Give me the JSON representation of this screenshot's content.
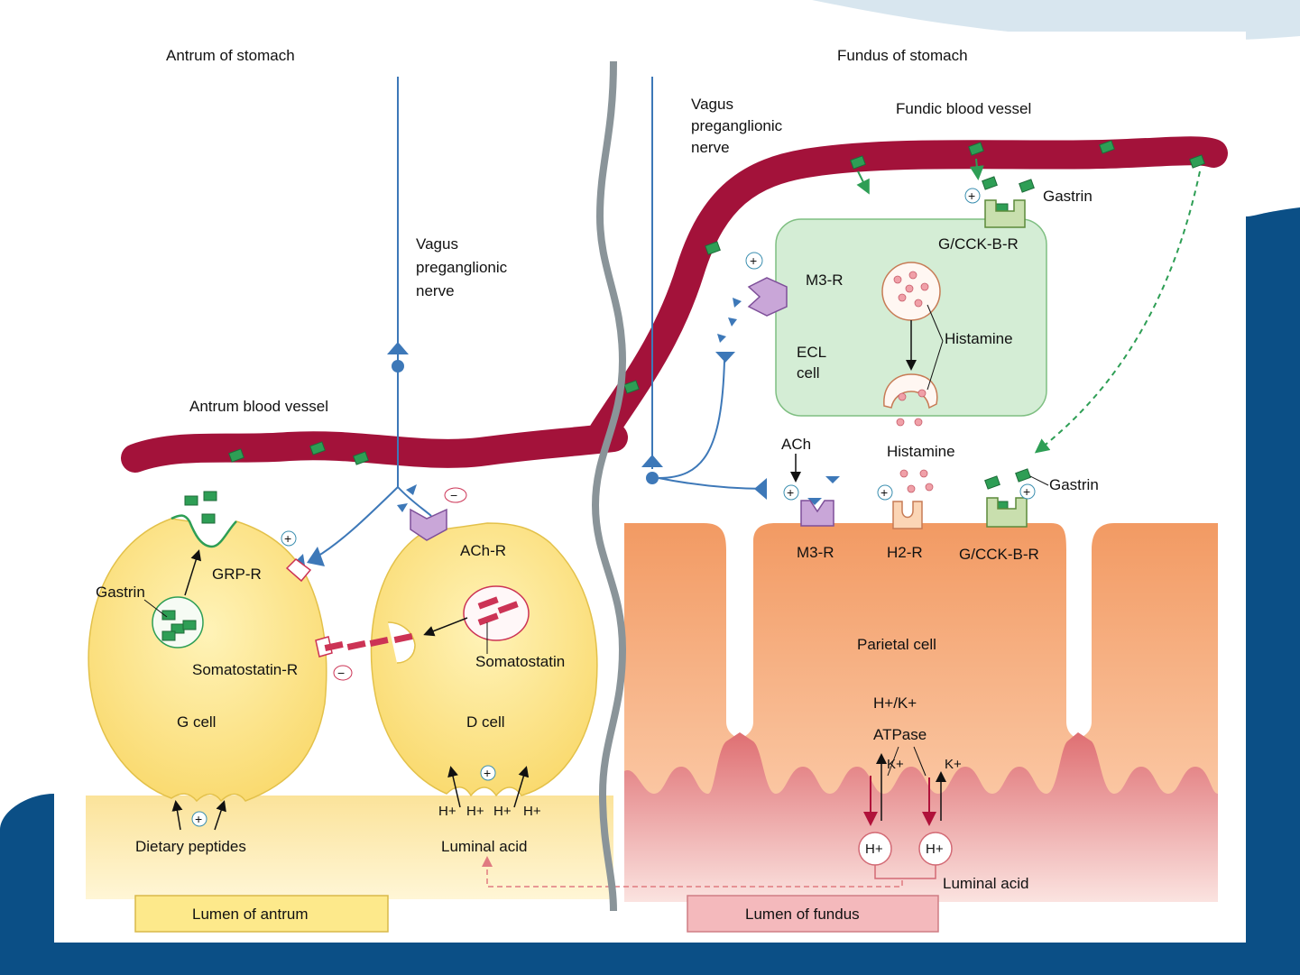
{
  "regions": {
    "antrum_title": "Antrum of stomach",
    "fundus_title": "Fundus of stomach"
  },
  "labels": {
    "vagus_antrum": [
      "Vagus",
      "preganglionic",
      "nerve"
    ],
    "vagus_fundus": [
      "Vagus",
      "preganglionic",
      "nerve"
    ],
    "fundic_blood_vessel": "Fundic blood  vessel",
    "antrum_blood_vessel": "Antrum blood vessel",
    "gastrin_top": "Gastrin",
    "gcck_ecl": "G/CCK-B-R",
    "m3r_ecl": "M3-R",
    "histamine_ecl": "Histamine",
    "ecl_cell": [
      "ECL",
      "cell"
    ],
    "ach": "ACh",
    "histamine_released": "Histamine",
    "gastrin_parietal": "Gastrin",
    "m3r_parietal": "M3-R",
    "h2r": "H2-R",
    "gcck_parietal": "G/CCK-B-R",
    "parietal_cell": "Parietal cell",
    "hk": "H+/K+",
    "atpase": "ATPase",
    "k_left": "K+",
    "k_right": "K+",
    "h_circle": "H+",
    "luminal_acid_fundus": "Luminal acid",
    "lumen_fundus": "Lumen of fundus",
    "gastrin_gcell": "Gastrin",
    "grp_r": "GRP-R",
    "somatostatin_r": "Somatostatin-R",
    "g_cell": "G cell",
    "ach_r": "ACh-R",
    "somatostatin": "Somatostatin",
    "d_cell": "D cell",
    "dietary_peptides": "Dietary peptides",
    "h_plus": "H+",
    "luminal_acid_antrum": "Luminal acid",
    "lumen_antrum": "Lumen of antrum"
  },
  "symbols": {
    "plus": "+",
    "minus": "−"
  },
  "colors": {
    "blood_vessel": "#a3123a",
    "gastrin_granule": "#2e9e55",
    "nerve": "#3d78b8",
    "ecl_cell": "#d4edd5",
    "parietal_cell": "#f4a06c",
    "g_d_cell": "#fce17a",
    "lumen_antrum": "#fbe8a6",
    "lumen_fundus": "#e58c8c",
    "receptor_m3": "#c9a6d8",
    "somatostatin": "#cc3355"
  }
}
